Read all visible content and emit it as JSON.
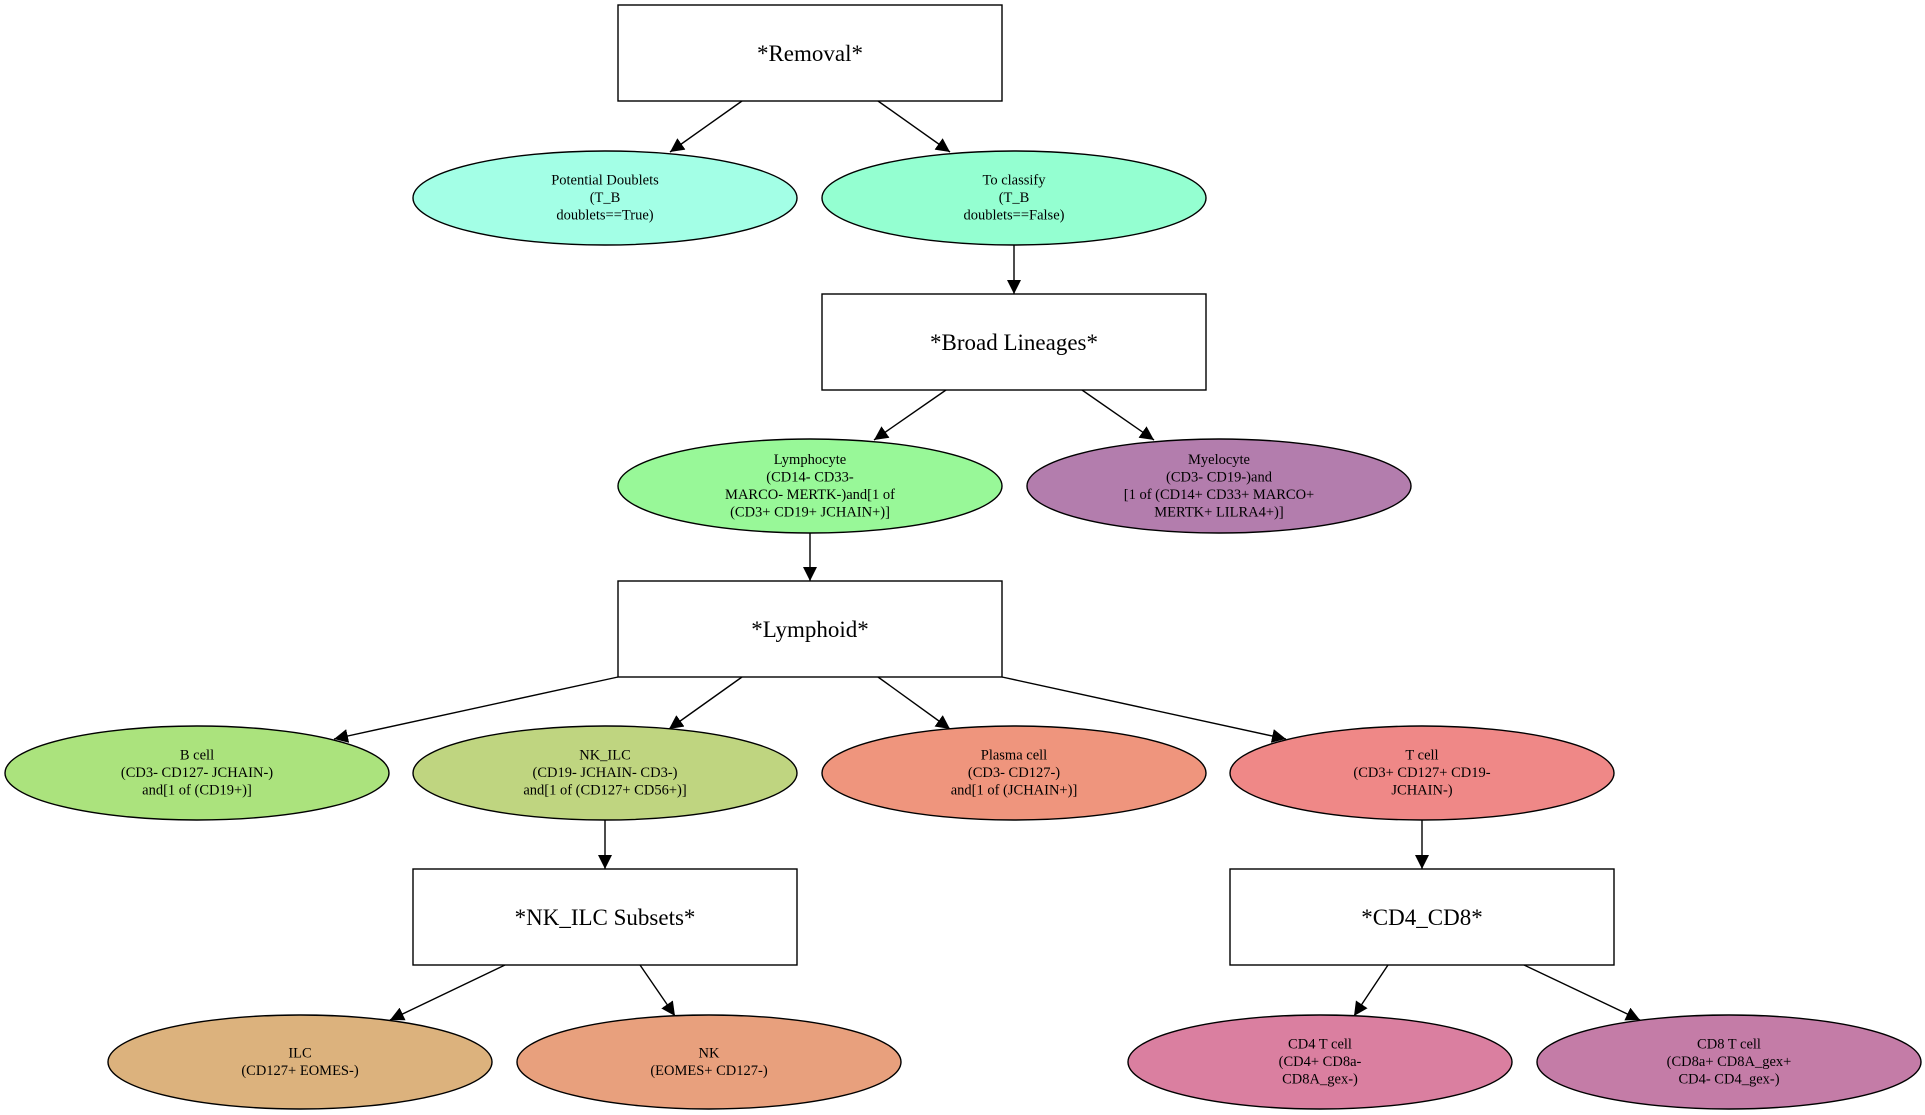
{
  "nodes": {
    "removal": {
      "type": "box",
      "lines": [
        "*Removal*"
      ]
    },
    "potential_doublets": {
      "type": "ellipse",
      "fill": "#a3ffe6",
      "lines": [
        "Potential Doublets",
        "(T_B",
        "doublets==True)"
      ]
    },
    "to_classify": {
      "type": "ellipse",
      "fill": "#94ffd1",
      "lines": [
        "To classify",
        "(T_B",
        "doublets==False)"
      ]
    },
    "broad_lineages": {
      "type": "box",
      "lines": [
        "*Broad Lineages*"
      ]
    },
    "lymphocyte": {
      "type": "ellipse",
      "fill": "#98f898",
      "lines": [
        "Lymphocyte",
        "(CD14- CD33-",
        "MARCO- MERTK-)and[1 of",
        "(CD3+ CD19+ JCHAIN+)]"
      ]
    },
    "myelocyte": {
      "type": "ellipse",
      "fill": "#b37dad",
      "lines": [
        "Myelocyte",
        "(CD3- CD19-)and",
        "[1 of (CD14+ CD33+ MARCO+",
        "MERTK+ LILRA4+)]"
      ]
    },
    "lymphoid": {
      "type": "box",
      "lines": [
        "*Lymphoid*"
      ]
    },
    "b_cell": {
      "type": "ellipse",
      "fill": "#abe37d",
      "lines": [
        "B cell",
        "(CD3- CD127- JCHAIN-)",
        "and[1 of (CD19+)]"
      ]
    },
    "nk_ilc": {
      "type": "ellipse",
      "fill": "#bfd580",
      "lines": [
        "NK_ILC",
        "(CD19- JCHAIN- CD3-)",
        "and[1 of (CD127+ CD56+)]"
      ]
    },
    "plasma_cell": {
      "type": "ellipse",
      "fill": "#ef957d",
      "lines": [
        "Plasma cell",
        "(CD3- CD127-)",
        "and[1 of (JCHAIN+)]"
      ]
    },
    "t_cell": {
      "type": "ellipse",
      "fill": "#ef8887",
      "lines": [
        "T cell",
        "(CD3+ CD127+ CD19-",
        "JCHAIN-)"
      ]
    },
    "nk_ilc_subsets": {
      "type": "box",
      "lines": [
        "*NK_ILC Subsets*"
      ]
    },
    "cd4_cd8": {
      "type": "box",
      "lines": [
        "*CD4_CD8*"
      ]
    },
    "ilc": {
      "type": "ellipse",
      "fill": "#dcb27d",
      "lines": [
        "ILC",
        "(CD127+ EOMES-)"
      ]
    },
    "nk": {
      "type": "ellipse",
      "fill": "#e8a07d",
      "lines": [
        "NK",
        "(EOMES+ CD127-)"
      ]
    },
    "cd4_t_cell": {
      "type": "ellipse",
      "fill": "#da7fa0",
      "lines": [
        "CD4 T cell",
        "(CD4+ CD8a-",
        "CD8A_gex-)"
      ]
    },
    "cd8_t_cell": {
      "type": "ellipse",
      "fill": "#c47ca7",
      "lines": [
        "CD8 T cell",
        "(CD8a+ CD8A_gex+",
        "CD4- CD4_gex-)"
      ]
    }
  },
  "edges": [
    [
      "removal",
      "potential_doublets"
    ],
    [
      "removal",
      "to_classify"
    ],
    [
      "to_classify",
      "broad_lineages"
    ],
    [
      "broad_lineages",
      "lymphocyte"
    ],
    [
      "broad_lineages",
      "myelocyte"
    ],
    [
      "lymphocyte",
      "lymphoid"
    ],
    [
      "lymphoid",
      "b_cell"
    ],
    [
      "lymphoid",
      "nk_ilc"
    ],
    [
      "lymphoid",
      "plasma_cell"
    ],
    [
      "lymphoid",
      "t_cell"
    ],
    [
      "nk_ilc",
      "nk_ilc_subsets"
    ],
    [
      "t_cell",
      "cd4_cd8"
    ],
    [
      "nk_ilc_subsets",
      "ilc"
    ],
    [
      "nk_ilc_subsets",
      "nk"
    ],
    [
      "cd4_cd8",
      "cd4_t_cell"
    ],
    [
      "cd4_cd8",
      "cd8_t_cell"
    ]
  ]
}
